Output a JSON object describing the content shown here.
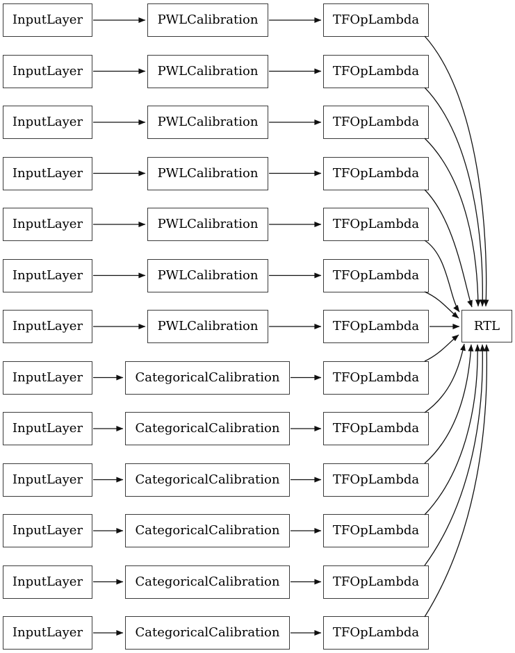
{
  "diagram": {
    "type": "model-graph",
    "rows": [
      {
        "input": "InputLayer",
        "calibration": "PWLCalibration",
        "calibration_type": "pwl",
        "lambda": "TFOpLambda"
      },
      {
        "input": "InputLayer",
        "calibration": "PWLCalibration",
        "calibration_type": "pwl",
        "lambda": "TFOpLambda"
      },
      {
        "input": "InputLayer",
        "calibration": "PWLCalibration",
        "calibration_type": "pwl",
        "lambda": "TFOpLambda"
      },
      {
        "input": "InputLayer",
        "calibration": "PWLCalibration",
        "calibration_type": "pwl",
        "lambda": "TFOpLambda"
      },
      {
        "input": "InputLayer",
        "calibration": "PWLCalibration",
        "calibration_type": "pwl",
        "lambda": "TFOpLambda"
      },
      {
        "input": "InputLayer",
        "calibration": "PWLCalibration",
        "calibration_type": "pwl",
        "lambda": "TFOpLambda"
      },
      {
        "input": "InputLayer",
        "calibration": "PWLCalibration",
        "calibration_type": "pwl",
        "lambda": "TFOpLambda"
      },
      {
        "input": "InputLayer",
        "calibration": "CategoricalCalibration",
        "calibration_type": "categorical",
        "lambda": "TFOpLambda"
      },
      {
        "input": "InputLayer",
        "calibration": "CategoricalCalibration",
        "calibration_type": "categorical",
        "lambda": "TFOpLambda"
      },
      {
        "input": "InputLayer",
        "calibration": "CategoricalCalibration",
        "calibration_type": "categorical",
        "lambda": "TFOpLambda"
      },
      {
        "input": "InputLayer",
        "calibration": "CategoricalCalibration",
        "calibration_type": "categorical",
        "lambda": "TFOpLambda"
      },
      {
        "input": "InputLayer",
        "calibration": "CategoricalCalibration",
        "calibration_type": "categorical",
        "lambda": "TFOpLambda"
      },
      {
        "input": "InputLayer",
        "calibration": "CategoricalCalibration",
        "calibration_type": "categorical",
        "lambda": "TFOpLambda"
      }
    ],
    "output": {
      "label": "RTL"
    },
    "colors": {
      "background": "#ffffff",
      "node_fill": "#ffffff",
      "node_border": "#3a3a3a",
      "edge": "#101010",
      "text": "#000000"
    }
  }
}
